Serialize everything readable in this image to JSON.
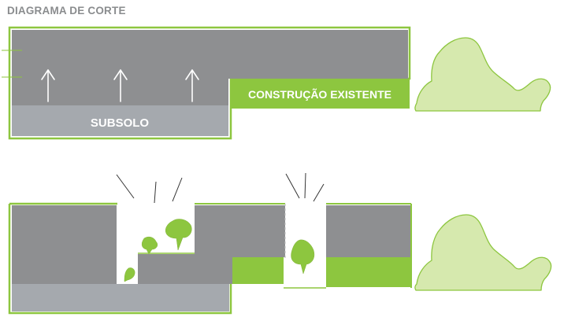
{
  "title": "DIAGRAMA DE CORTE",
  "labels": {
    "basement": "SUBSOLO",
    "existing_building": "CONSTRUÇÃO EXISTENTE"
  },
  "colors": {
    "building_gray": "#8e8f91",
    "basement_gray": "#a5a9ae",
    "green_accent": "#8dc63f",
    "foliage_light": "#d6e9ae",
    "title_gray": "#8a8c8e",
    "arrow_white": "#ffffff"
  },
  "icons": [
    "up-arrow-icon",
    "tree-icon",
    "sun-ray-icon"
  ]
}
